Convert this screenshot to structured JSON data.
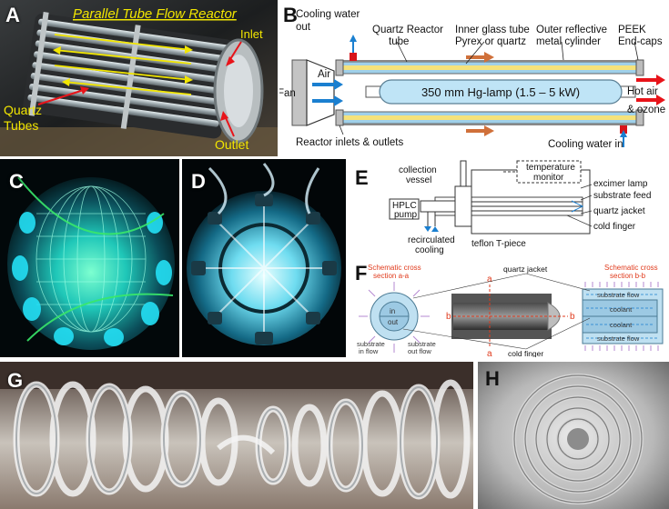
{
  "panels": {
    "A": {
      "letter": "A",
      "title": "Parallel Tube Flow Reactor",
      "inlet": "Inlet",
      "quartz": "Quartz",
      "tubes": "Tubes",
      "outlet": "Outlet"
    },
    "B": {
      "letter": "B",
      "cooling_out_1": "Cooling water",
      "cooling_out_2": "out",
      "quartz_reactor_1": "Quartz Reactor",
      "quartz_reactor_2": "tube",
      "inner_glass_1": "Inner glass tube",
      "inner_glass_2": "Pyrex or quartz",
      "outer_refl_1": "Outer reflective",
      "outer_refl_2": "metal cylinder",
      "peek_1": "PEEK",
      "peek_2": "End-caps",
      "fan": "Fan",
      "air": "Air",
      "lamp": "350 mm Hg-lamp (1.5 – 5 kW)",
      "hot_air_1": "Hot air",
      "hot_air_2": "& ozone",
      "inlets_outlets": "Reactor inlets & outlets",
      "cooling_in": "Cooling water in"
    },
    "C": {
      "letter": "C"
    },
    "D": {
      "letter": "D"
    },
    "E": {
      "letter": "E",
      "collection_1": "collection",
      "collection_2": "vessel",
      "temp_1": "temperature",
      "temp_2": "monitor",
      "hplc_1": "HPLC",
      "hplc_2": "pump",
      "excimer": "excimer lamp",
      "substrate_feed": "substrate feed",
      "quartz_jacket": "quartz jacket",
      "cold_finger": "cold finger",
      "recirc_1": "recirculated",
      "recirc_2": "cooling",
      "teflon": "teflon T-piece"
    },
    "F": {
      "letter": "F",
      "section_a_1": "Schematic cross",
      "section_a_2": "section a-a",
      "section_b_1": "Schematic cross",
      "section_b_2": "section b-b",
      "quartz_jacket": "quartz jacket",
      "in": "in",
      "out": "out",
      "substrate_in_1": "substrate",
      "substrate_in_2": "in flow",
      "substrate_out_1": "substrate",
      "substrate_out_2": "out flow",
      "cold_finger": "cold finger",
      "a_top": "a",
      "a_bottom": "a",
      "b_left": "b",
      "b_right": "b",
      "substrate_flow_top": "substrate flow",
      "coolant_1": "coolant",
      "coolant_2": "coolant",
      "substrate_flow_bottom": "substrate flow"
    },
    "G": {
      "letter": "G"
    },
    "H": {
      "letter": "H"
    }
  },
  "colors": {
    "title_yellow": "#f2e600",
    "arrow_red": "#e8141a",
    "section_red": "#e03a1c",
    "flow_blue": "#1a7fd0",
    "lamp_blue": "#bfe4f6",
    "quartz_tube": "#9fd0ea",
    "glow_cyan": "#39e8e0"
  }
}
